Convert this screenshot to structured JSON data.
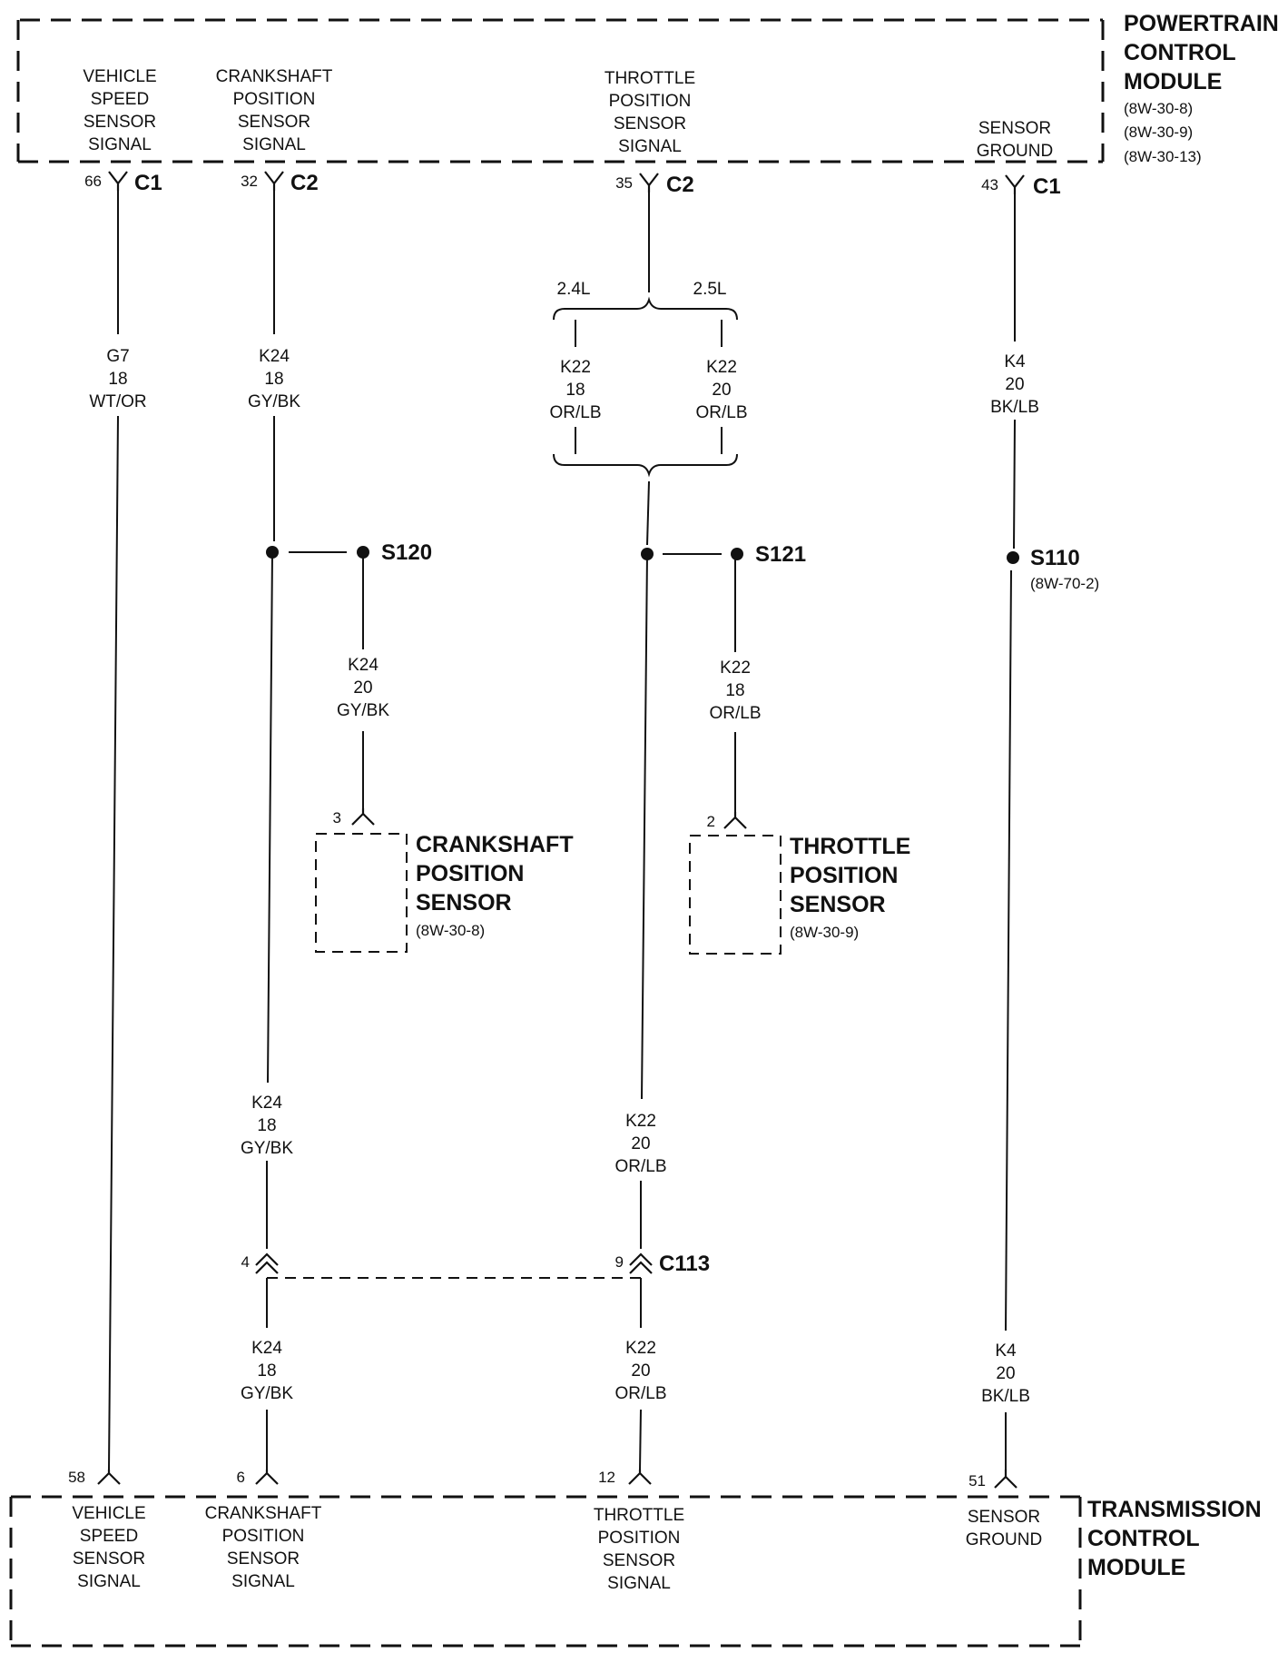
{
  "pcm": {
    "title": [
      "POWERTRAIN",
      "CONTROL",
      "MODULE"
    ],
    "refs": [
      "(8W-30-8)",
      "(8W-30-9)",
      "(8W-30-13)"
    ],
    "pins": [
      {
        "label": [
          "VEHICLE",
          "SPEED",
          "SENSOR",
          "SIGNAL"
        ],
        "cavity": "66",
        "connector": "C1"
      },
      {
        "label": [
          "CRANKSHAFT",
          "POSITION",
          "SENSOR",
          "SIGNAL"
        ],
        "cavity": "32",
        "connector": "C2"
      },
      {
        "label": [
          "THROTTLE",
          "POSITION",
          "SENSOR",
          "SIGNAL"
        ],
        "cavity": "35",
        "connector": "C2"
      },
      {
        "label": [
          "SENSOR",
          "GROUND"
        ],
        "cavity": "43",
        "connector": "C1"
      }
    ]
  },
  "tcm": {
    "title": [
      "TRANSMISSION",
      "CONTROL",
      "MODULE"
    ],
    "pins": [
      {
        "label": [
          "VEHICLE",
          "SPEED",
          "SENSOR",
          "SIGNAL"
        ],
        "cavity": "58"
      },
      {
        "label": [
          "CRANKSHAFT",
          "POSITION",
          "SENSOR",
          "SIGNAL"
        ],
        "cavity": "6"
      },
      {
        "label": [
          "THROTTLE",
          "POSITION",
          "SENSOR",
          "SIGNAL"
        ],
        "cavity": "12"
      },
      {
        "label": [
          "SENSOR",
          "GROUND"
        ],
        "cavity": "51"
      }
    ]
  },
  "wires": {
    "vss": [
      "G7",
      "18",
      "WT/OR"
    ],
    "ckp_upper": [
      "K24",
      "18",
      "GY/BK"
    ],
    "ckp_branch": [
      "K24",
      "20",
      "GY/BK"
    ],
    "ckp_mid": [
      "K24",
      "18",
      "GY/BK"
    ],
    "ckp_lower": [
      "K24",
      "18",
      "GY/BK"
    ],
    "tps_24": [
      "K22",
      "18",
      "OR/LB"
    ],
    "tps_25": [
      "K22",
      "20",
      "OR/LB"
    ],
    "tps_branch": [
      "K22",
      "18",
      "OR/LB"
    ],
    "tps_mid": [
      "K22",
      "20",
      "OR/LB"
    ],
    "tps_lower": [
      "K22",
      "20",
      "OR/LB"
    ],
    "gnd_upper": [
      "K4",
      "20",
      "BK/LB"
    ],
    "gnd_lower": [
      "K4",
      "20",
      "BK/LB"
    ]
  },
  "engine_options": [
    "2.4L",
    "2.5L"
  ],
  "splices": {
    "s120": {
      "id": "S120"
    },
    "s121": {
      "id": "S121"
    },
    "s110": {
      "id": "S110",
      "ref": "(8W-70-2)"
    }
  },
  "sensors": {
    "ckp": {
      "title": [
        "CRANKSHAFT",
        "POSITION",
        "SENSOR"
      ],
      "ref": "(8W-30-8)",
      "cavity": "3"
    },
    "tps": {
      "title": [
        "THROTTLE",
        "POSITION",
        "SENSOR"
      ],
      "ref": "(8W-30-9)",
      "cavity": "2"
    }
  },
  "inline_connector": {
    "id": "C113",
    "cavity_ckp": "4",
    "cavity_tps": "9"
  }
}
